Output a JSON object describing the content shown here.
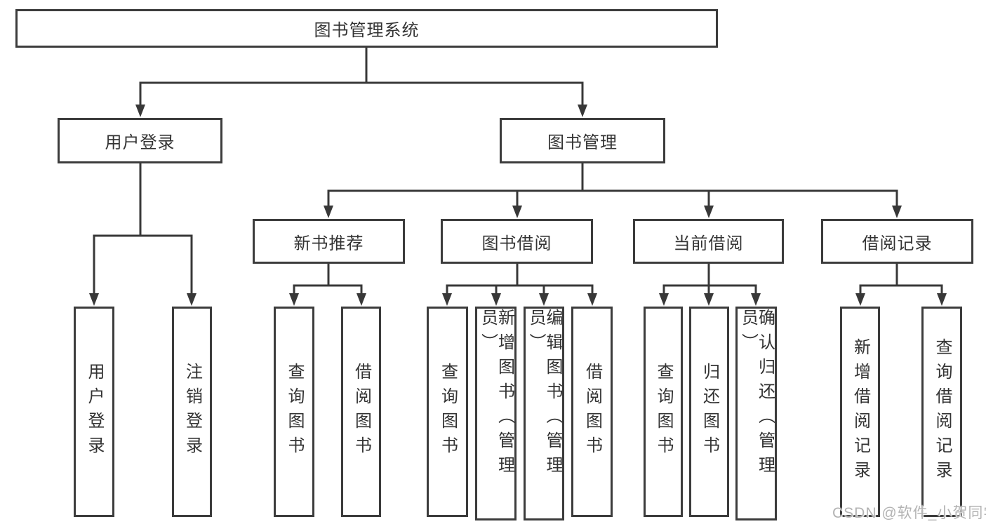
{
  "diagram": {
    "title": "图书管理系统",
    "watermark": "CSDN @软件_小贺同学",
    "colors": {
      "line": "#383838",
      "box_border": "#3c3c3c",
      "text": "#333333",
      "watermark": "#b3b3b3",
      "background": "#ffffff"
    },
    "nodes": {
      "root": {
        "label": "图书管理系统"
      },
      "user_login": {
        "label": "用户登录"
      },
      "book_mgmt": {
        "label": "图书管理"
      },
      "new_book_rec": {
        "label": "新书推荐"
      },
      "book_borrow": {
        "label": "图书借阅"
      },
      "current_borrow": {
        "label": "当前借阅"
      },
      "borrow_records": {
        "label": "借阅记录"
      },
      "leaf_user_login": {
        "label": "用户登录"
      },
      "leaf_logout": {
        "label": "注销登录"
      },
      "leaf_query_book_1": {
        "label": "查询图书"
      },
      "leaf_borrow_book_1": {
        "label": "借阅图书"
      },
      "leaf_query_book_2": {
        "label": "查询图书"
      },
      "leaf_add_book": {
        "label": "新增图书（管理员）"
      },
      "leaf_edit_book": {
        "label": "编辑图书（管理员）"
      },
      "leaf_borrow_book_2": {
        "label": "借阅图书"
      },
      "leaf_query_book_3": {
        "label": "查询图书"
      },
      "leaf_return_book": {
        "label": "归还图书"
      },
      "leaf_confirm_return": {
        "label": "确认归还（管理员）"
      },
      "leaf_add_record": {
        "label": "新增借阅记录"
      },
      "leaf_query_record": {
        "label": "查询借阅记录"
      }
    },
    "hierarchy": {
      "root": [
        "user_login",
        "book_mgmt"
      ],
      "user_login": [
        "leaf_user_login",
        "leaf_logout"
      ],
      "book_mgmt": [
        "new_book_rec",
        "book_borrow",
        "current_borrow",
        "borrow_records"
      ],
      "new_book_rec": [
        "leaf_query_book_1",
        "leaf_borrow_book_1"
      ],
      "book_borrow": [
        "leaf_query_book_2",
        "leaf_add_book",
        "leaf_edit_book",
        "leaf_borrow_book_2"
      ],
      "current_borrow": [
        "leaf_query_book_3",
        "leaf_return_book",
        "leaf_confirm_return"
      ],
      "borrow_records": [
        "leaf_add_record",
        "leaf_query_record"
      ]
    }
  }
}
